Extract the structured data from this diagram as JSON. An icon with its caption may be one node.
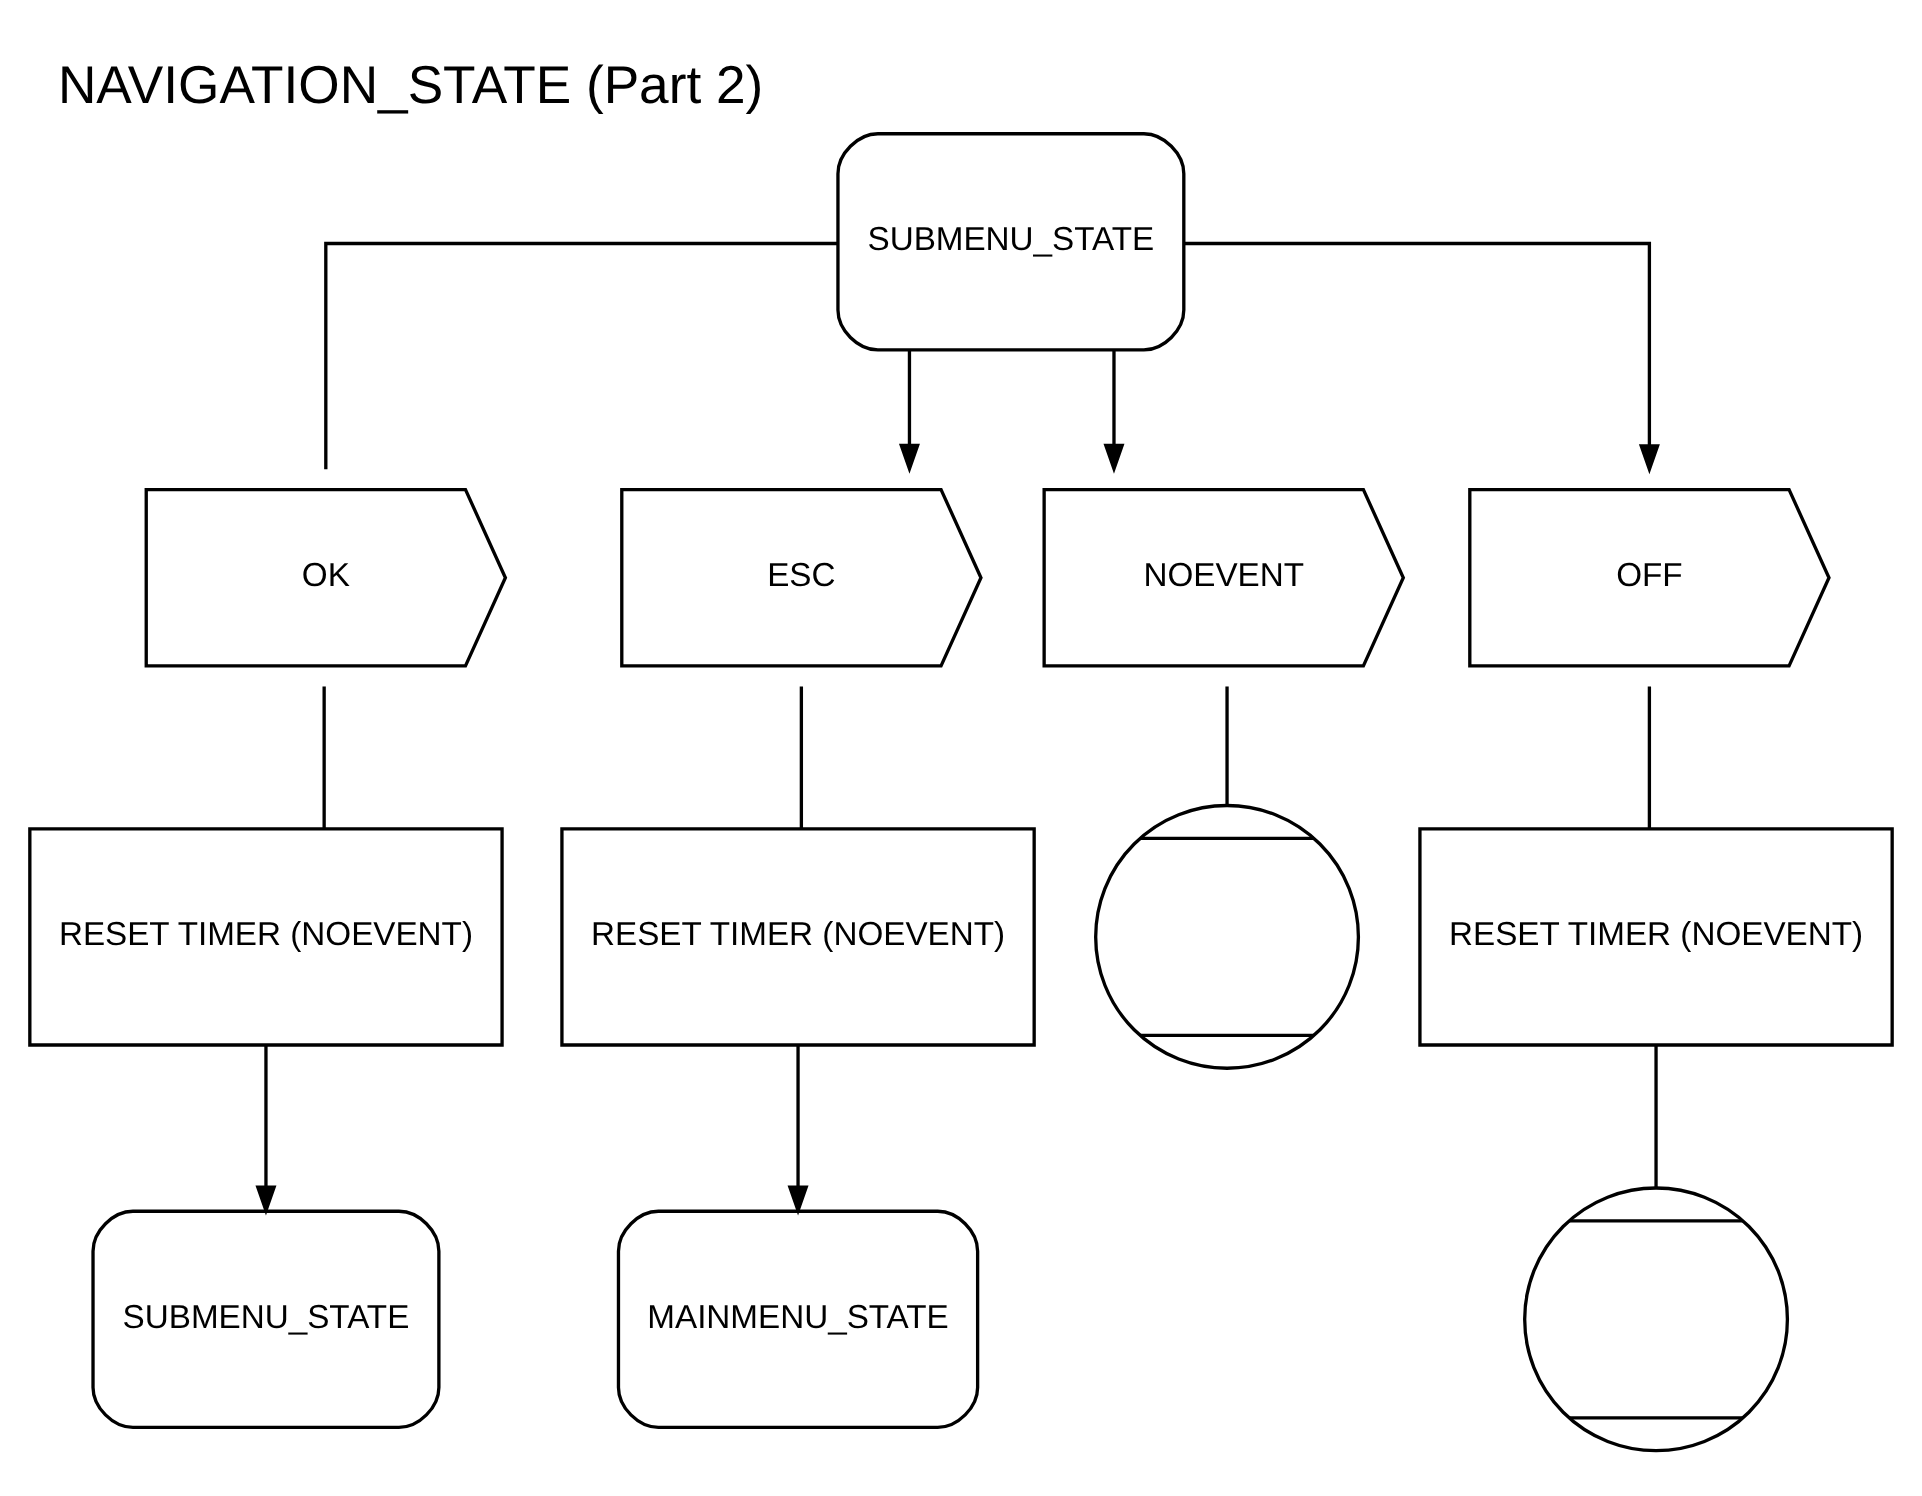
{
  "diagram": {
    "title": "NAVIGATION_STATE (Part 2)",
    "nodes": [
      {
        "text": [
          "SUBMENU_STATE"
        ]
      },
      {
        "text": [
          "OK"
        ]
      },
      {
        "text": [
          "ESC"
        ]
      },
      {
        "text": [
          "NOEVENT"
        ]
      },
      {
        "text": [
          "OFF"
        ]
      },
      {
        "text": [
          "RESET TIMER (NOEVENT)"
        ]
      },
      {
        "text": [
          "RESET TIMER (NOEVENT)"
        ]
      },
      {
        "text": [
          "RESET TIMER (NOEVENT)"
        ]
      },
      {
        "text": [
          "SUBMENU_STATE"
        ]
      },
      {
        "text": [
          "MAINMENU_STATE"
        ]
      },
      {
        "text": [],
        "shape": "circle"
      },
      {
        "text": [],
        "shape": "circle"
      }
    ],
    "edges": [
      {
        "from": 0,
        "to": 1,
        "arrow": "none"
      },
      {
        "from": 0,
        "to": 2,
        "arrow": "to"
      },
      {
        "from": 0,
        "to": 3,
        "arrow": "to"
      },
      {
        "from": 0,
        "to": 4,
        "arrow": "to"
      },
      {
        "from": 1,
        "to": 5,
        "arrow": "none"
      },
      {
        "from": 5,
        "to": 8,
        "arrow": "to"
      },
      {
        "from": 2,
        "to": 6,
        "arrow": "none"
      },
      {
        "from": 6,
        "to": 9,
        "arrow": "to"
      },
      {
        "from": 3,
        "to": 10,
        "arrow": "none"
      },
      {
        "from": 4,
        "to": 7,
        "arrow": "none"
      },
      {
        "from": 7,
        "to": 11,
        "arrow": "none"
      }
    ]
  }
}
